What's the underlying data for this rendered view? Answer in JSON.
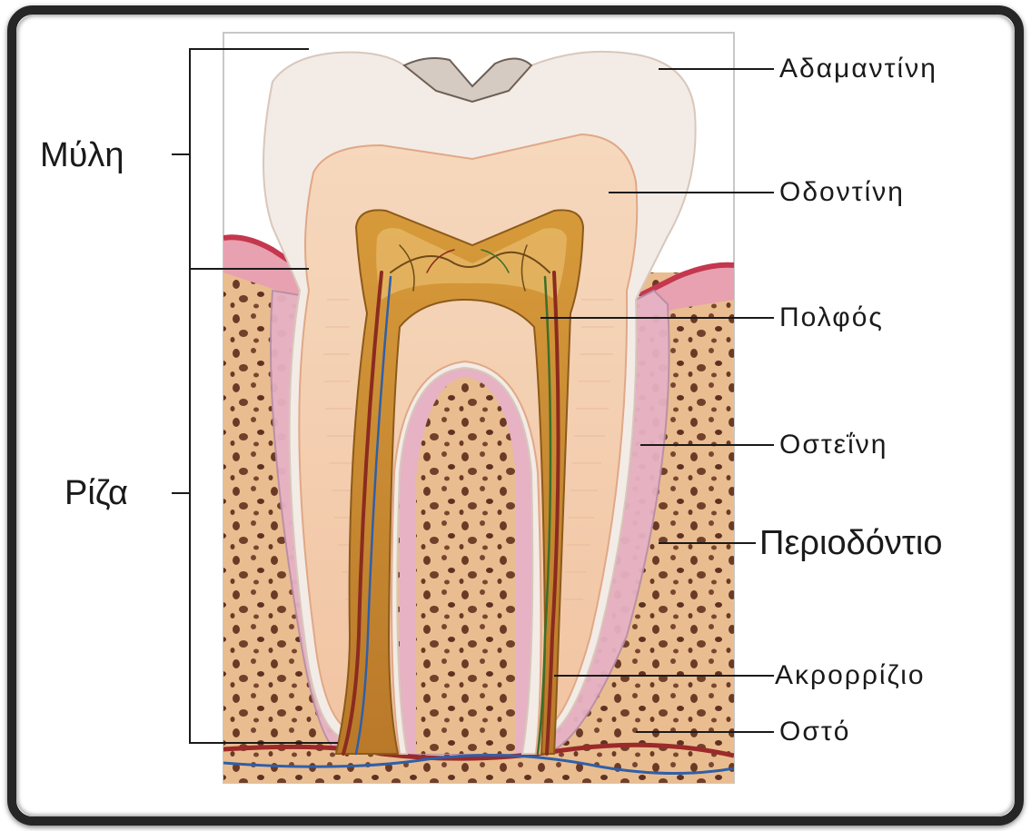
{
  "crown_label": "Μύλη",
  "root_label": "Ρίζα",
  "labels": {
    "enamel": "Αδαμαντίνη",
    "dentin": "Οδοντίνη",
    "pulp": "Πολφός",
    "cementum": "Οστεΐνη",
    "periodontium": "Περιοδόντιο",
    "apex": "Ακρορρίζιο",
    "bone": "Οστό"
  },
  "colors": {
    "frame": "#262626",
    "enamel": "#f4ede8",
    "dentin": "#f2c9a8",
    "pulp": "#c98a2e",
    "bone": "#e8b98a",
    "gum": "#e9a7b6",
    "vessel_red": "#a52a2a",
    "vessel_blue": "#2f5fa8"
  }
}
